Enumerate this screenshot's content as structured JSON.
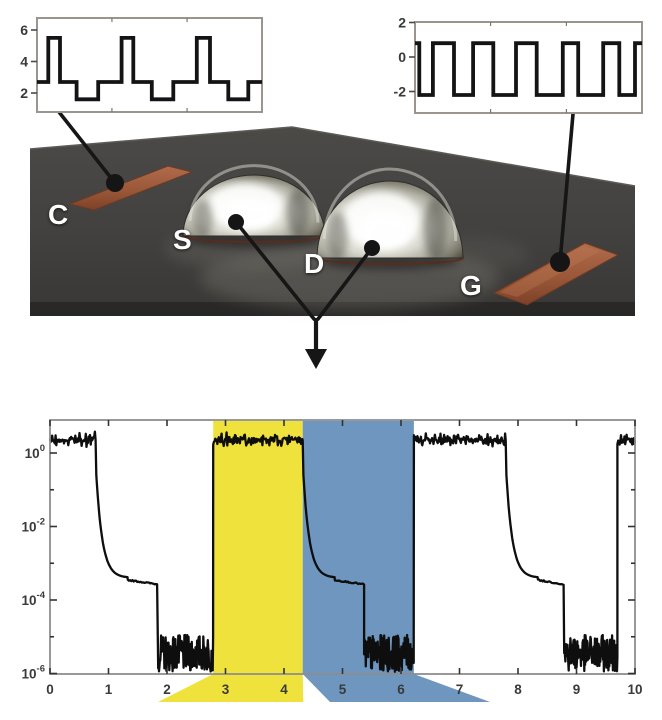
{
  "figure": {
    "description": "Liquid-metal droplet transistor device photo with drive waveforms and log-scale drain current trace",
    "device_labels": {
      "counter": "C",
      "source": "S",
      "drain": "D",
      "gate": "G"
    }
  },
  "colors": {
    "band_yellow": "#f0e23c",
    "band_blue": "#6e96bf",
    "copper": "#9a5838",
    "copper_light": "#b06b4b",
    "copper_dark": "#6b3a24",
    "substrate_top": "#4c4a47",
    "substrate_bottom": "#393735",
    "trace": "#0e0e0e",
    "frame_gray": "#8e8e8e",
    "tick_text": "#3a3a3a"
  },
  "chart_data": [
    {
      "id": "gate_waveform_inset",
      "type": "line",
      "position": "top-left",
      "ytick_labels": [
        "6",
        "4",
        "2"
      ],
      "ytick_values": [
        6,
        4,
        2
      ],
      "xlim": [
        0,
        10
      ],
      "ylim": [
        0.9,
        6.8
      ],
      "signal_levels": {
        "low": 1.6,
        "mid": 2.7,
        "high": 5.5
      },
      "step_points": [
        [
          0,
          2.7
        ],
        [
          0.5,
          2.7
        ],
        [
          0.5,
          5.5
        ],
        [
          1.02,
          5.5
        ],
        [
          1.02,
          2.7
        ],
        [
          1.76,
          2.7
        ],
        [
          1.76,
          1.6
        ],
        [
          2.72,
          1.6
        ],
        [
          2.72,
          2.7
        ],
        [
          3.76,
          2.7
        ],
        [
          3.76,
          5.5
        ],
        [
          4.28,
          5.5
        ],
        [
          4.28,
          2.7
        ],
        [
          5.1,
          2.7
        ],
        [
          5.1,
          1.6
        ],
        [
          6.06,
          1.6
        ],
        [
          6.06,
          2.7
        ],
        [
          7.1,
          2.7
        ],
        [
          7.1,
          5.5
        ],
        [
          7.69,
          5.5
        ],
        [
          7.69,
          2.7
        ],
        [
          8.5,
          2.7
        ],
        [
          8.5,
          1.6
        ],
        [
          9.39,
          1.6
        ],
        [
          9.39,
          2.7
        ],
        [
          10,
          2.7
        ]
      ]
    },
    {
      "id": "drive_waveform_inset",
      "type": "line",
      "position": "top-right",
      "ytick_labels": [
        "2",
        "0",
        "-2"
      ],
      "ytick_values": [
        2,
        0,
        -2
      ],
      "xlim": [
        0,
        10
      ],
      "ylim": [
        -3.2,
        2.05
      ],
      "signal_levels": {
        "high": 0.8,
        "low": -2.2
      },
      "step_points": [
        [
          0,
          0.8
        ],
        [
          0.19,
          0.8
        ],
        [
          0.19,
          -2.2
        ],
        [
          0.79,
          -2.2
        ],
        [
          0.79,
          0.8
        ],
        [
          1.72,
          0.8
        ],
        [
          1.72,
          -2.2
        ],
        [
          2.56,
          -2.2
        ],
        [
          2.56,
          0.8
        ],
        [
          3.45,
          0.8
        ],
        [
          3.45,
          -2.2
        ],
        [
          4.45,
          -2.2
        ],
        [
          4.45,
          0.8
        ],
        [
          5.36,
          0.8
        ],
        [
          5.36,
          -2.2
        ],
        [
          6.51,
          -2.2
        ],
        [
          6.51,
          0.8
        ],
        [
          7.19,
          0.8
        ],
        [
          7.19,
          -2.2
        ],
        [
          8.29,
          -2.2
        ],
        [
          8.29,
          0.8
        ],
        [
          9.0,
          0.8
        ],
        [
          9.0,
          -2.2
        ],
        [
          9.69,
          -2.2
        ],
        [
          9.69,
          0.8
        ],
        [
          10,
          0.8
        ]
      ]
    },
    {
      "id": "drain_current_log_plot",
      "type": "line",
      "yscale": "log",
      "xlim": [
        0,
        10
      ],
      "xtick_labels": [
        "0",
        "1",
        "2",
        "3",
        "4",
        "5",
        "6",
        "7",
        "8",
        "9",
        "10"
      ],
      "xtick_values": [
        0,
        1,
        2,
        3,
        4,
        5,
        6,
        7,
        8,
        9,
        10
      ],
      "ytick_exponents": [
        0,
        -2,
        -4,
        -6
      ],
      "ylim_exponents": [
        -6,
        0.9
      ],
      "levels": {
        "on_state": 2.2,
        "intermediate_plateau": 0.00035,
        "off_noise_floor": 3e-06
      },
      "segments": [
        {
          "type": "on",
          "from": 0,
          "to": 0.78
        },
        {
          "type": "decay_plateau",
          "from": 0.78,
          "to": 1.85
        },
        {
          "type": "noise_floor",
          "from": 1.85,
          "to": 2.79
        },
        {
          "type": "on",
          "from": 2.79,
          "to": 4.32
        },
        {
          "type": "decay_plateau",
          "from": 4.32,
          "to": 5.37
        },
        {
          "type": "noise_floor",
          "from": 5.37,
          "to": 6.22
        },
        {
          "type": "on",
          "from": 6.22,
          "to": 7.79
        },
        {
          "type": "decay_plateau",
          "from": 7.79,
          "to": 8.79
        },
        {
          "type": "noise_floor",
          "from": 8.79,
          "to": 9.7
        },
        {
          "type": "on",
          "from": 9.7,
          "to": 10
        }
      ],
      "highlight_bands": [
        {
          "color": "yellow",
          "from": 2.79,
          "to": 4.32
        },
        {
          "color": "blue",
          "from": 4.32,
          "to": 6.22
        }
      ]
    }
  ]
}
